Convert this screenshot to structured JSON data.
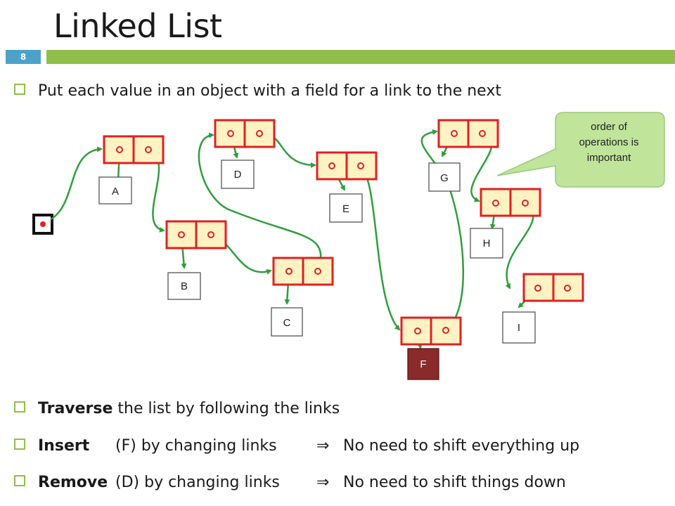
{
  "slide": {
    "title": "Linked List",
    "page_number": "8",
    "colors": {
      "accent_bar": "#8fbf4a",
      "page_badge": "#4da2c9",
      "node_border": "#e02020",
      "node_fill": "#fff3c4",
      "link": "#2e9e3c",
      "callout_fill": "#bfe49a"
    }
  },
  "intro_bullet": "Put each value in an object with a field for a link to the next",
  "callout": {
    "text_line1": "order of",
    "text_line2": "operations is",
    "text_line3": "important"
  },
  "nodes": [
    {
      "label": "A"
    },
    {
      "label": "B"
    },
    {
      "label": "C"
    },
    {
      "label": "D"
    },
    {
      "label": "E"
    },
    {
      "label": "F"
    },
    {
      "label": "G"
    },
    {
      "label": "H"
    },
    {
      "label": "I"
    }
  ],
  "bullets": [
    {
      "keyword": "Traverse",
      "text": "the list by following the links"
    },
    {
      "keyword": "Insert",
      "text": "(F) by changing links",
      "arrow": "⇒",
      "result": "No need to shift everything up"
    },
    {
      "keyword": "Remove",
      "text": "(D) by changing links",
      "arrow": "⇒",
      "result": "No need to shift things down"
    }
  ]
}
